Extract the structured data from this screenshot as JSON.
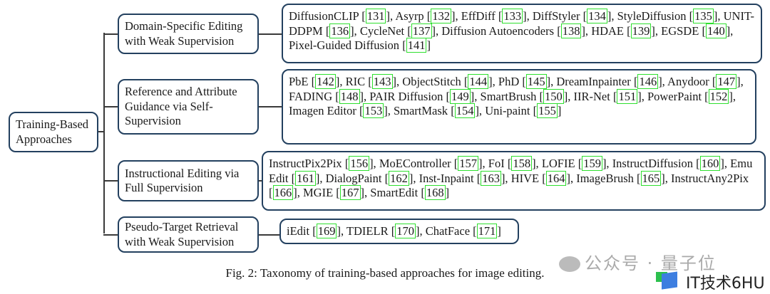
{
  "root_label": "Training-Based Approaches",
  "categories": [
    {
      "label": "Domain-Specific Editing with Weak Supervision",
      "methods": [
        [
          "DiffusionCLIP",
          "131"
        ],
        [
          "Asyrp",
          "132"
        ],
        [
          "EffDiff",
          "133"
        ],
        [
          "DiffStyler",
          "134"
        ],
        [
          "StyleDiffusion",
          "135"
        ],
        [
          "UNIT-DDPM",
          "136"
        ],
        [
          "CycleNet",
          "137"
        ],
        [
          "Diffusion Autoencoders",
          "138"
        ],
        [
          "HDAE",
          "139"
        ],
        [
          "EGSDE",
          "140"
        ],
        [
          "Pixel-Guided Diffusion",
          "141"
        ]
      ]
    },
    {
      "label": "Reference and Attribute Guidance via Self-Supervision",
      "methods": [
        [
          "PbE",
          "142"
        ],
        [
          "RIC",
          "143"
        ],
        [
          "ObjectStitch",
          "144"
        ],
        [
          "PhD",
          "145"
        ],
        [
          "DreamInpainter",
          "146"
        ],
        [
          "Anydoor",
          "147"
        ],
        [
          "FADING",
          "148"
        ],
        [
          "PAIR Diffusion",
          "149"
        ],
        [
          "SmartBrush",
          "150"
        ],
        [
          "IIR-Net",
          "151"
        ],
        [
          "PowerPaint",
          "152"
        ],
        [
          "Imagen Editor",
          "153"
        ],
        [
          "SmartMask",
          "154"
        ],
        [
          "Uni-paint",
          "155"
        ]
      ]
    },
    {
      "label": "Instructional Editing via Full Supervision",
      "methods": [
        [
          "InstructPix2Pix",
          "156"
        ],
        [
          "MoEController",
          "157"
        ],
        [
          "FoI",
          "158"
        ],
        [
          "LOFIE",
          "159"
        ],
        [
          "InstructDiffusion",
          "160"
        ],
        [
          "Emu Edit",
          "161"
        ],
        [
          "DialogPaint",
          "162"
        ],
        [
          "Inst-Inpaint",
          "163"
        ],
        [
          "HIVE",
          "164"
        ],
        [
          "ImageBrush",
          "165"
        ],
        [
          "InstructAny2Pix",
          "166"
        ],
        [
          "MGIE",
          "167"
        ],
        [
          "SmartEdit",
          "168"
        ]
      ]
    },
    {
      "label": "Pseudo-Target Retrieval with Weak Supervision",
      "methods": [
        [
          "iEdit",
          "169"
        ],
        [
          "TDIELR",
          "170"
        ],
        [
          "ChatFace",
          "171"
        ]
      ]
    }
  ],
  "caption": "Fig. 2: Taxonomy of training-based approaches for image editing.",
  "watermark": "公众号 · 量子位",
  "watermark2": "IT技术6HU"
}
